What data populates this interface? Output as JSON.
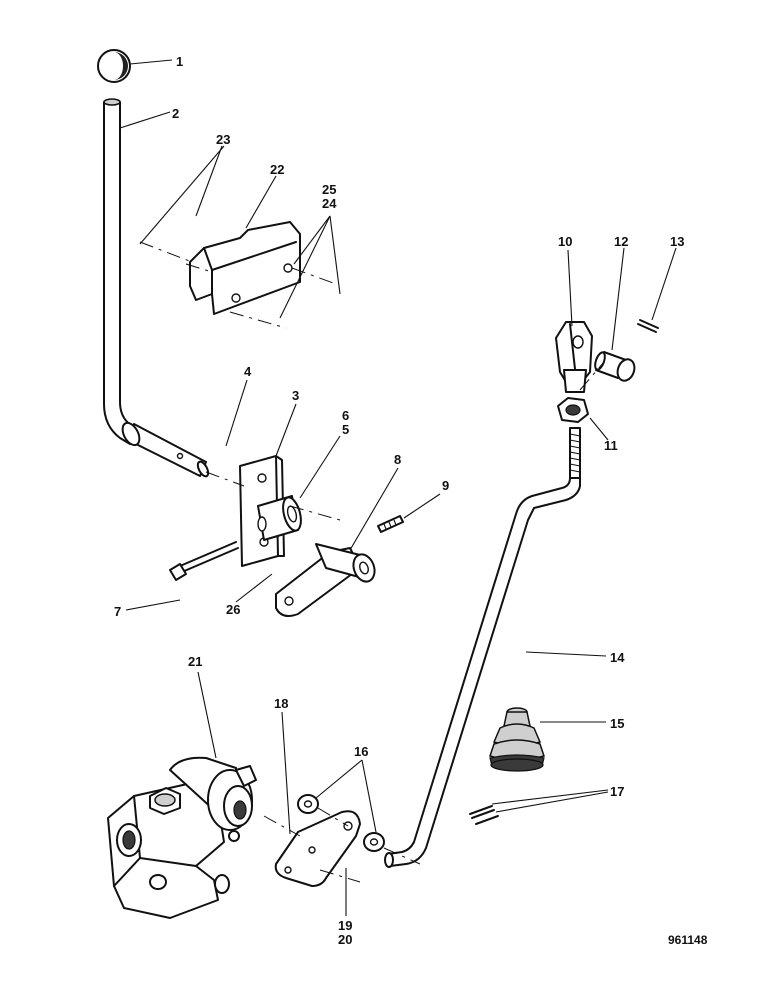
{
  "diagram": {
    "reference_number": "961148",
    "callouts": [
      {
        "id": "c1",
        "label": "1"
      },
      {
        "id": "c2",
        "label": "2"
      },
      {
        "id": "c3",
        "label": "3"
      },
      {
        "id": "c4",
        "label": "4"
      },
      {
        "id": "c5",
        "label": "5"
      },
      {
        "id": "c6",
        "label": "6"
      },
      {
        "id": "c7",
        "label": "7"
      },
      {
        "id": "c8",
        "label": "8"
      },
      {
        "id": "c9",
        "label": "9"
      },
      {
        "id": "c10",
        "label": "10"
      },
      {
        "id": "c11",
        "label": "11"
      },
      {
        "id": "c12",
        "label": "12"
      },
      {
        "id": "c13",
        "label": "13"
      },
      {
        "id": "c14",
        "label": "14"
      },
      {
        "id": "c15",
        "label": "15"
      },
      {
        "id": "c16",
        "label": "16"
      },
      {
        "id": "c17",
        "label": "17"
      },
      {
        "id": "c18",
        "label": "18"
      },
      {
        "id": "c19",
        "label": "19"
      },
      {
        "id": "c20",
        "label": "20"
      },
      {
        "id": "c21",
        "label": "21"
      },
      {
        "id": "c22",
        "label": "22"
      },
      {
        "id": "c23",
        "label": "23"
      },
      {
        "id": "c24",
        "label": "24"
      },
      {
        "id": "c25",
        "label": "25"
      },
      {
        "id": "c26",
        "label": "26"
      }
    ]
  }
}
